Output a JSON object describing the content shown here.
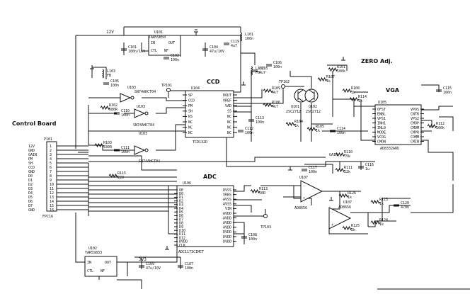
{
  "section_labels": {
    "control_board": "Control Board",
    "ccd": "CCD",
    "vga": "VGA",
    "adc": "ADC",
    "zero_adj": "ZERO Adj."
  },
  "ics": {
    "u101": {
      "ref": "U101",
      "part": "TAR5SB50",
      "p1": "IN",
      "p2": "OUT",
      "p3": "CTL",
      "p4": "NF"
    },
    "u102": {
      "ref": "U102",
      "part": "TAR5SB33",
      "p1": "IN",
      "p2": "OUT",
      "p3": "CTL",
      "p4": "NF"
    },
    "u103a": {
      "ref": "U103",
      "part": "SN74AHCT04"
    },
    "u103b": {
      "ref": "U103",
      "part": "SN74AHCT04"
    },
    "u103c": {
      "ref": "U103",
      "part": "SN74AHCT04"
    },
    "u104": {
      "ref": "U104",
      "part": "TCD132D",
      "left": [
        "SP",
        "CCD",
        "PM",
        "SH",
        "RS",
        "NC",
        "NC",
        "NC"
      ],
      "right": [
        "DOUT",
        "VREF",
        "VAD",
        "SS",
        "NC",
        "NC",
        "NC",
        "NC"
      ]
    },
    "u105": {
      "ref": "U105",
      "part": "AD8332ARU",
      "left": [
        "OFST",
        "ENBL",
        "VPS1",
        "INH1",
        "INL0",
        "MODE",
        "VCOG",
        "CMON"
      ],
      "right": [
        "VPOS",
        "CNTR",
        "VPS2",
        "CMOP",
        "CMOM",
        "CMPR",
        "COMM",
        "CMIN"
      ]
    },
    "u106": {
      "ref": "U106",
      "part": "ADC1173CIMCT",
      "left": [
        "OE",
        "D0",
        "D1",
        "D2",
        "D3",
        "D4",
        "D5",
        "D6",
        "D7",
        "D8",
        "D9",
        "D10",
        "D11",
        "D12",
        "DVDD",
        "CLK"
      ],
      "right": [
        "DVSS",
        "VRBS",
        "AVSS",
        "AVSS",
        "VIN",
        "AVDD",
        "AVDD",
        "AVDD",
        "AVDD",
        "DVDD",
        "DVDD",
        "DVDD"
      ]
    },
    "u107a": {
      "ref": "U107",
      "part": "AD8656"
    },
    "u107b": {
      "ref": "U107",
      "part": "AD8656"
    },
    "p101": {
      "ref": "P101",
      "part": "FPC16",
      "pins": [
        "12V",
        "GND",
        "GAIN",
        "PM",
        "SH",
        "CCD",
        "GND",
        "D0",
        "D1",
        "D2",
        "D3",
        "D4",
        "D5",
        "D6",
        "D7",
        "GND"
      ]
    },
    "q101": {
      "ref": "Q101",
      "part": "2SC2712"
    },
    "q102": {
      "ref": "Q102",
      "part": "2SC2712"
    }
  },
  "passives": [
    {
      "ref": "C101",
      "value": "100n/16V"
    },
    {
      "ref": "C102",
      "value": "100n"
    },
    {
      "ref": "C104",
      "value": "47u/10V"
    },
    {
      "ref": "C105",
      "value": "100n"
    },
    {
      "ref": "C106",
      "value": "100n"
    },
    {
      "ref": "C107",
      "value": "100n"
    },
    {
      "ref": "C108",
      "value": "100n"
    },
    {
      "ref": "C109",
      "value": "47u/10V"
    },
    {
      "ref": "C110",
      "value": "100n"
    },
    {
      "ref": "C111",
      "value": "100n"
    },
    {
      "ref": "C112",
      "value": "100n"
    },
    {
      "ref": "C113",
      "value": "100n"
    },
    {
      "ref": "C114",
      "value": "100n"
    },
    {
      "ref": "C115",
      "value": "100n"
    },
    {
      "ref": "C116",
      "value": "1u"
    },
    {
      "ref": "C117",
      "value": "100n"
    },
    {
      "ref": "C118",
      "value": "4u7"
    },
    {
      "ref": "C119",
      "value": "4u7"
    },
    {
      "ref": "C120",
      "value": "470n"
    },
    {
      "ref": "R101",
      "value": "100k"
    },
    {
      "ref": "R102",
      "value": "680R"
    },
    {
      "ref": "R103",
      "value": "330R"
    },
    {
      "ref": "R104",
      "value": "1k"
    },
    {
      "ref": "R105",
      "value": "1k"
    },
    {
      "ref": "R106",
      "value": "4k7"
    },
    {
      "ref": "R107",
      "value": "1k"
    },
    {
      "ref": "R108",
      "value": "1k"
    },
    {
      "ref": "R109",
      "value": "4k7"
    },
    {
      "ref": "R110",
      "value": "75k"
    },
    {
      "ref": "R111",
      "value": "22k"
    },
    {
      "ref": "R112",
      "value": "100k"
    },
    {
      "ref": "R113",
      "value": "50R"
    },
    {
      "ref": "R114",
      "value": "1k"
    },
    {
      "ref": "R115",
      "value": "220"
    },
    {
      "ref": "R126",
      "value": "1k"
    },
    {
      "ref": "R123",
      "value": "1k"
    },
    {
      "ref": "R124",
      "value": "1k"
    },
    {
      "ref": "R125",
      "value": "2k"
    },
    {
      "ref": "L101",
      "value": "100n"
    },
    {
      "ref": "L102",
      "value": "FB"
    },
    {
      "ref": "L103",
      "value": "FB"
    }
  ],
  "rails": {
    "v12": "12V",
    "v3v3": "3V3",
    "gain": "GAIN"
  },
  "test_points": {
    "tp101": "TP101",
    "tp102": "TP102",
    "tp103": "TP103"
  }
}
